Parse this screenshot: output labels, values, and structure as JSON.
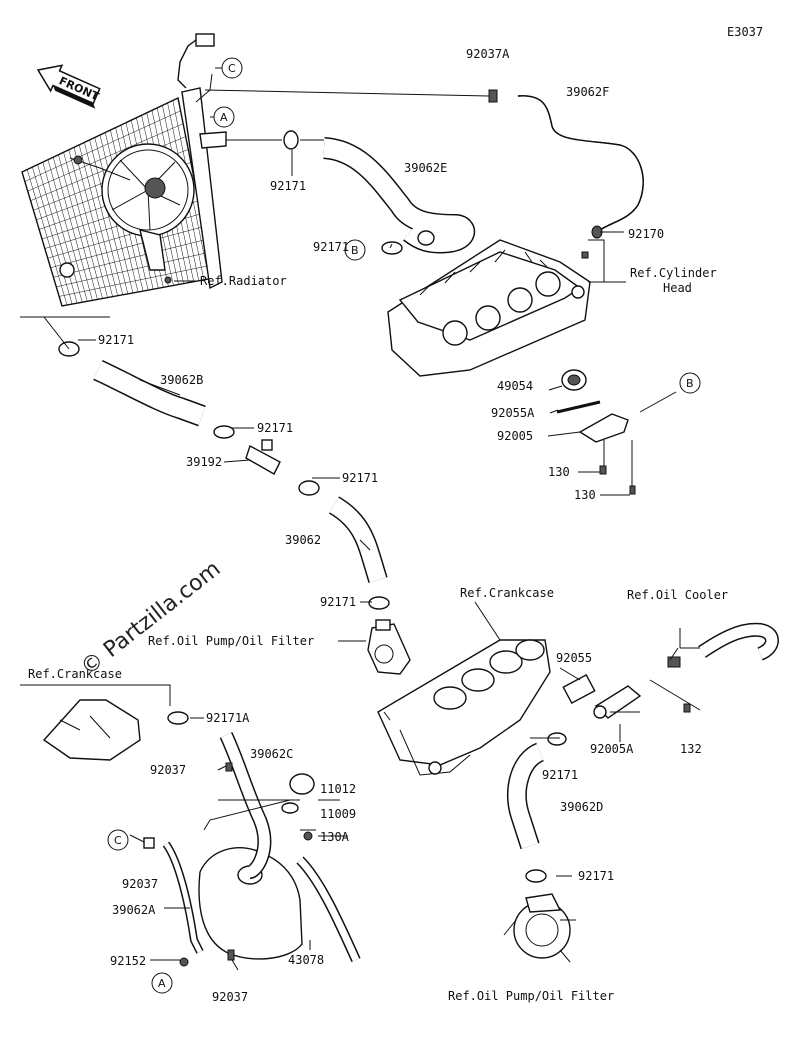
{
  "diagram_code": "E3037",
  "watermark": "© Partzilla.com",
  "front_label": "FRONT",
  "callouts": [
    "A",
    "B",
    "C"
  ],
  "labels": {
    "p92037A": "92037A",
    "p39062F": "39062F",
    "p92171_1": "92171",
    "p39062E": "39062E",
    "p92171_2": "92171",
    "p92170": "92170",
    "refRadiator": "Ref.Radiator",
    "refCylHead1": "Ref.Cylinder",
    "refCylHead2": "Head",
    "p92171_3": "92171",
    "p39062B": "39062B",
    "p49054": "49054",
    "p92055A": "92055A",
    "p92005": "92005",
    "p92171_4": "92171",
    "p39192": "39192",
    "p92171_5": "92171",
    "p130_1": "130",
    "p130_2": "130",
    "p39062": "39062",
    "p92171_6": "92171",
    "refCrankcase1": "Ref.Crankcase",
    "refOilCooler": "Ref.Oil Cooler",
    "refOilPump1": "Ref.Oil Pump/Oil Filter",
    "refCrankcase2": "Ref.Crankcase",
    "p92055": "92055",
    "p92171A": "92171A",
    "p39062C": "39062C",
    "p92037_1": "92037",
    "p11012": "11012",
    "p92005A": "92005A",
    "p132": "132",
    "p92171_7": "92171",
    "p11009": "11009",
    "p39062D": "39062D",
    "p130A": "130A",
    "p92037_2": "92037",
    "p92171_8": "92171",
    "p39062A": "39062A",
    "p92152": "92152",
    "p92037_3": "92037",
    "p43078": "43078",
    "refOilPump2": "Ref.Oil Pump/Oil Filter"
  }
}
